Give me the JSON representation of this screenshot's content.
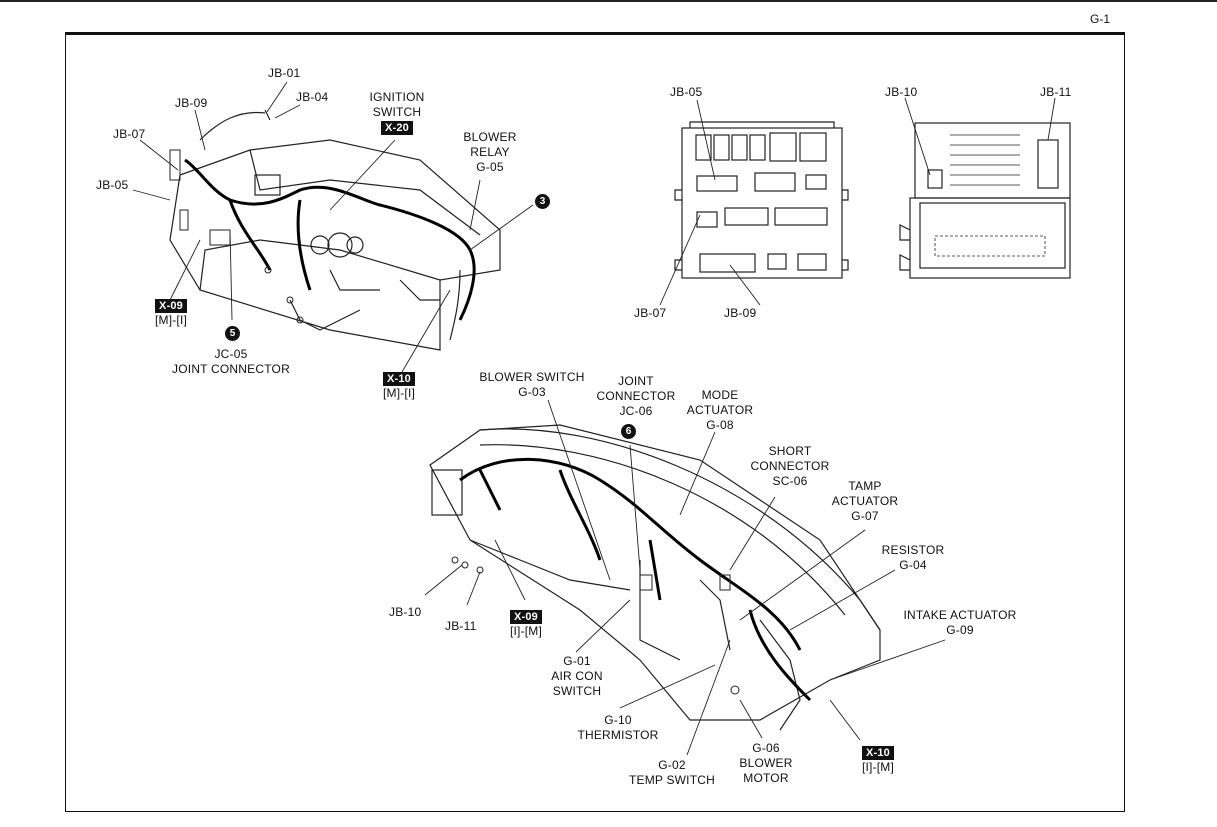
{
  "page": {
    "number": "G-1"
  },
  "fig1": {
    "jb01": "JB-01",
    "jb04": "JB-04",
    "jb09": "JB-09",
    "jb07": "JB-07",
    "jb05": "JB-05",
    "ignition": {
      "line1": "IGNITION",
      "line2": "SWITCH",
      "tag": "X-20"
    },
    "blower_relay": {
      "line1": "BLOWER",
      "line2": "RELAY",
      "line3": "G-05"
    },
    "x09": {
      "tag": "X-09",
      "sub": "[M]-[I]"
    },
    "jc05": {
      "badge": "5",
      "line1": "JC-05",
      "line2": "JOINT CONNECTOR"
    },
    "x10": {
      "tag": "X-10",
      "sub": "[M]-[I]"
    },
    "badge3": "3"
  },
  "fig2": {
    "jb05": "JB-05",
    "jb07": "JB-07",
    "jb09": "JB-09"
  },
  "fig3": {
    "jb10": "JB-10",
    "jb11": "JB-11"
  },
  "fig4": {
    "blower_switch": {
      "line1": "BLOWER SWITCH",
      "line2": "G-03"
    },
    "joint_connector": {
      "line1": "JOINT",
      "line2": "CONNECTOR",
      "line3": "JC-06",
      "badge": "6"
    },
    "mode_actuator": {
      "line1": "MODE",
      "line2": "ACTUATOR",
      "line3": "G-08"
    },
    "short_connector": {
      "line1": "SHORT",
      "line2": "CONNECTOR",
      "line3": "SC-06"
    },
    "tamp_actuator": {
      "line1": "TAMP",
      "line2": "ACTUATOR",
      "line3": "G-07"
    },
    "resistor": {
      "line1": "RESISTOR",
      "line2": "G-04"
    },
    "intake_actuator": {
      "line1": "INTAKE ACTUATOR",
      "line2": "G-09"
    },
    "jb10": "JB-10",
    "jb11": "JB-11",
    "x09": {
      "tag": "X-09",
      "sub": "[I]-[M]"
    },
    "air_con": {
      "line1": "G-01",
      "line2": "AIR CON",
      "line3": "SWITCH"
    },
    "thermistor": {
      "line1": "G-10",
      "line2": "THERMISTOR"
    },
    "blower_motor": {
      "line1": "G-06",
      "line2": "BLOWER",
      "line3": "MOTOR"
    },
    "temp_switch": {
      "line1": "G-02",
      "line2": "TEMP SWITCH"
    },
    "x10": {
      "tag": "X-10",
      "sub": "[I]-[M]"
    }
  }
}
